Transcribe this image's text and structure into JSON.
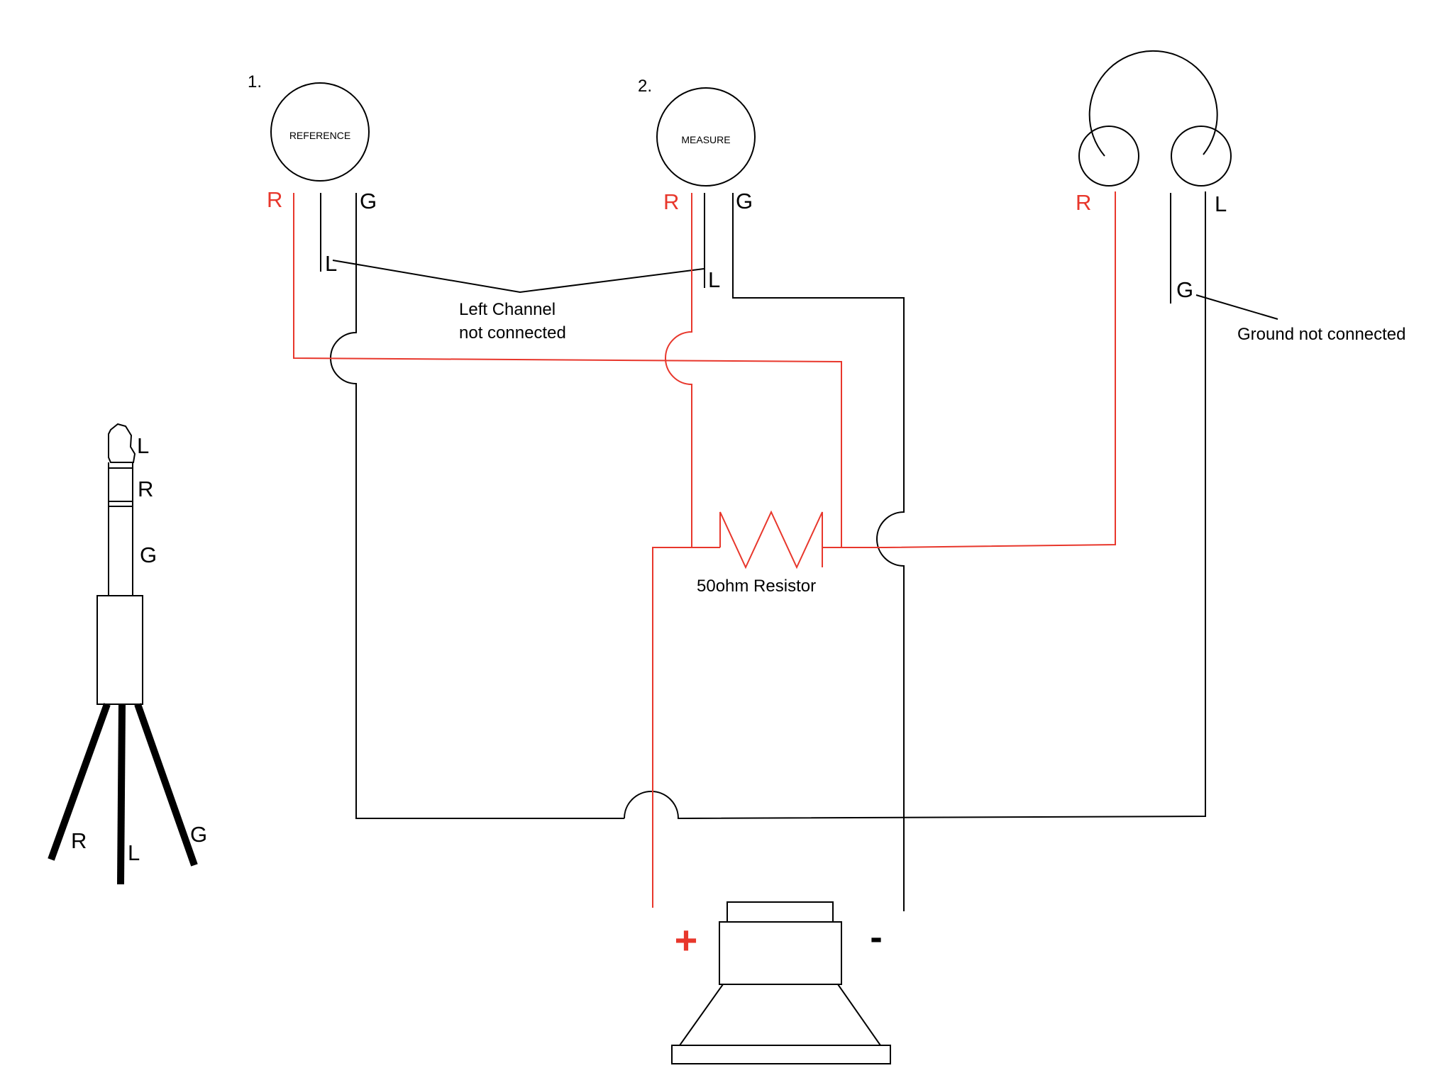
{
  "colors": {
    "wire_black": "#000000",
    "wire_red": "#e8372c",
    "background": "#ffffff"
  },
  "mic_reference": {
    "number": "1.",
    "label": "REFERENCE",
    "pin_r": "R",
    "pin_g": "G",
    "pin_l": "L"
  },
  "mic_measure": {
    "number": "2.",
    "label": "MEASURE",
    "pin_r": "R",
    "pin_g": "G",
    "pin_l": "L"
  },
  "headphones": {
    "icon": "headphones-icon",
    "pin_r": "R",
    "pin_l": "L",
    "pin_g": "G"
  },
  "notes": {
    "left_channel_line1": "Left Channel",
    "left_channel_line2": "not connected",
    "ground": "Ground not connected"
  },
  "resistor": {
    "icon": "resistor-icon",
    "label": "50ohm Resistor"
  },
  "speaker": {
    "icon": "speaker-icon",
    "plus": "+",
    "minus": "-"
  },
  "jack_legend": {
    "icon": "trs-jack-icon",
    "tip": "L",
    "ring": "R",
    "sleeve": "G",
    "wire_r": "R",
    "wire_l": "L",
    "wire_g": "G"
  }
}
